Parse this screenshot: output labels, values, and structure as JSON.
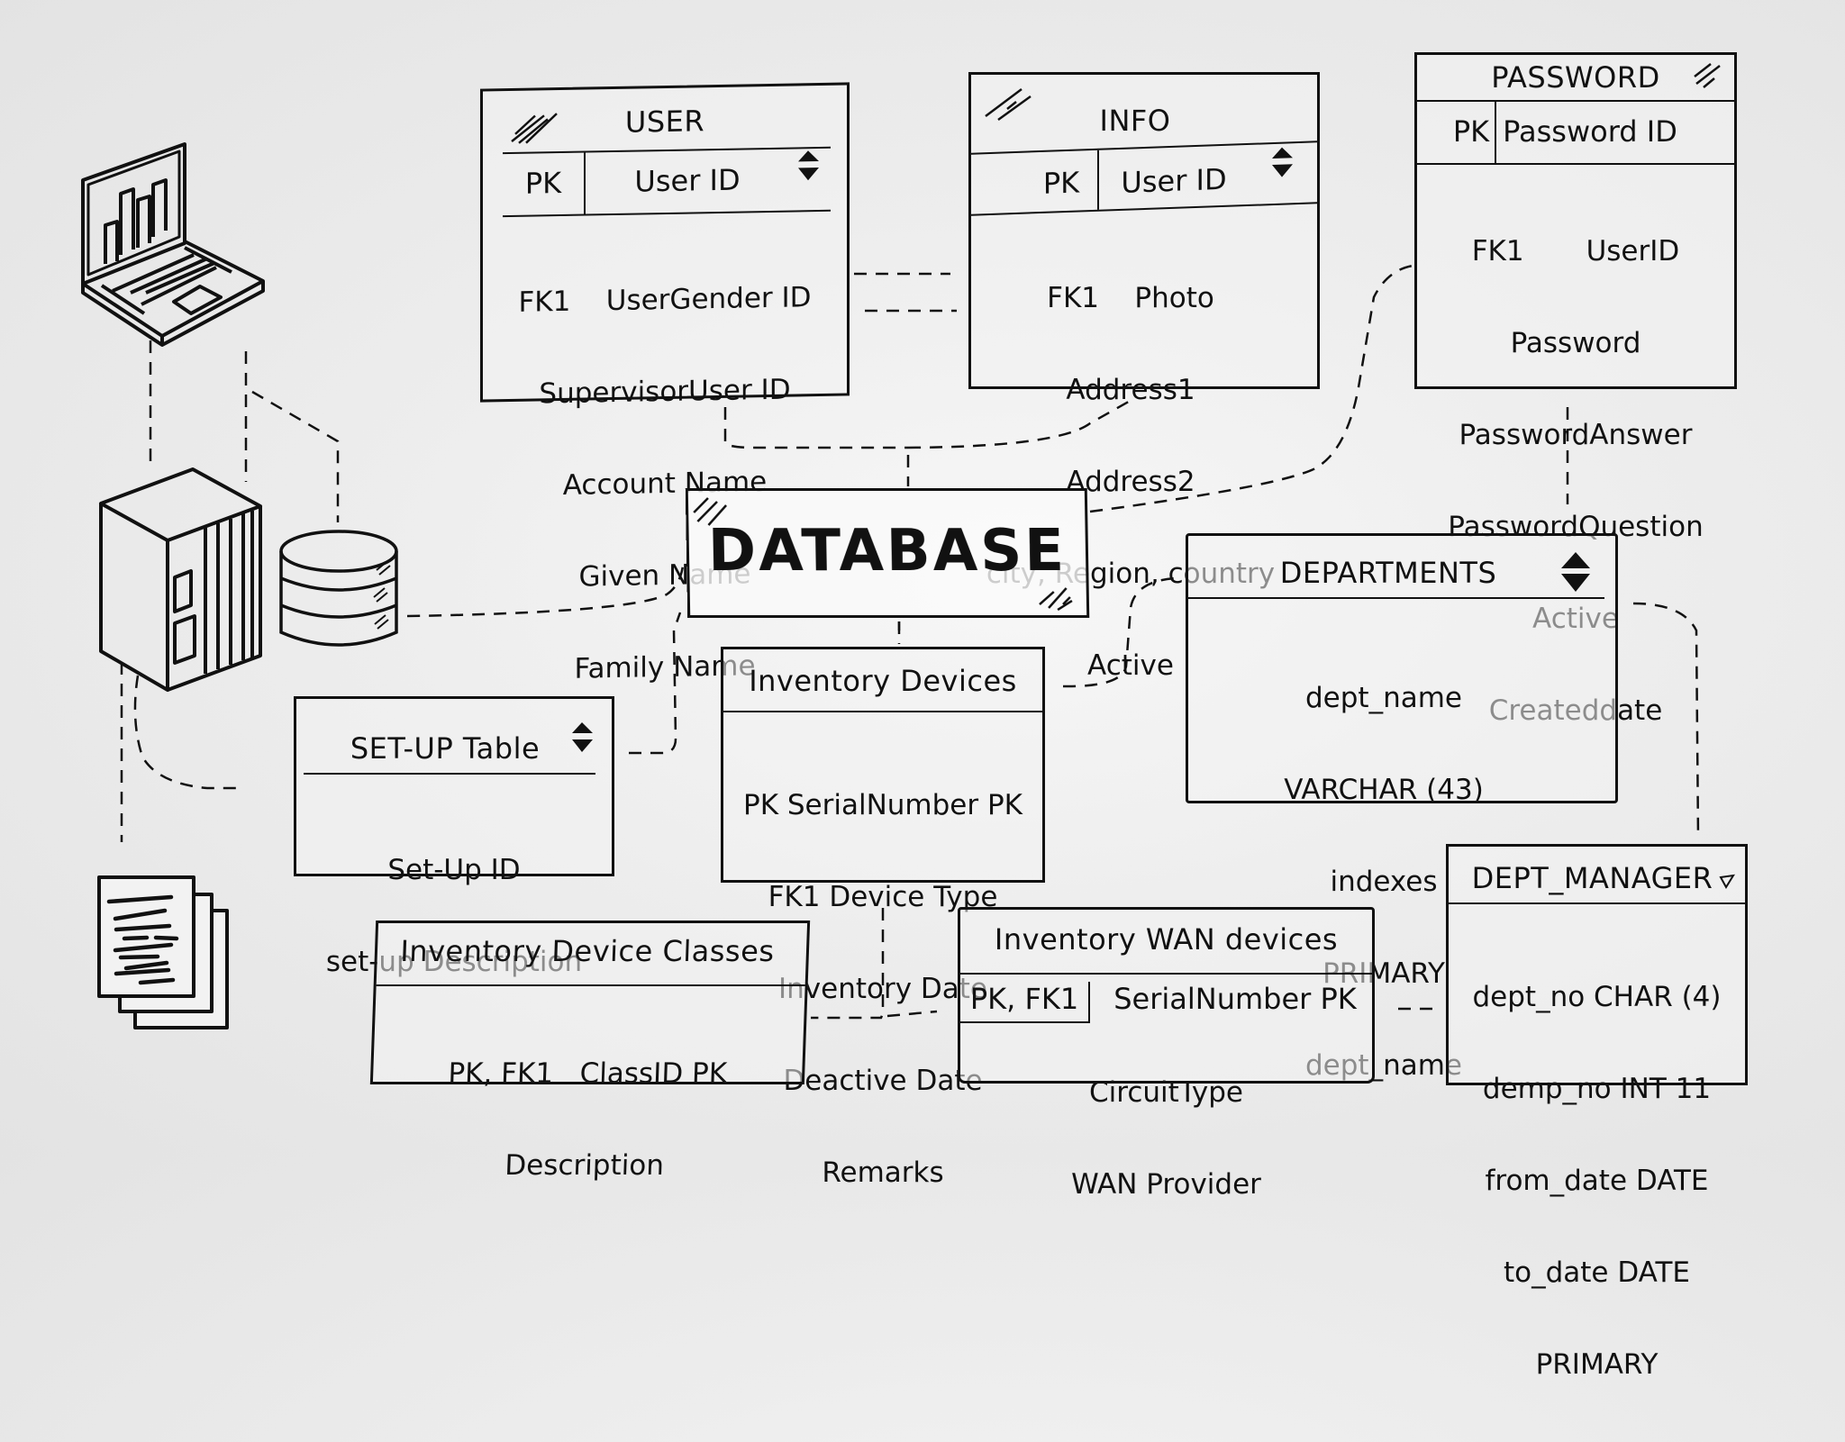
{
  "diagram": {
    "center": {
      "label": "DATABASE"
    },
    "icons": [
      "laptop-chart-icon",
      "server-rack-icon",
      "database-cylinder-icon",
      "documents-stack-icon"
    ],
    "tables": {
      "user": {
        "title": "USER",
        "pk_label": "PK",
        "pk_field": "User ID",
        "fields": [
          "FK1    UserGender ID",
          "SupervisorUser ID",
          "Account Name",
          "Given Name",
          "Family Name"
        ]
      },
      "info": {
        "title": "INFO",
        "pk_label": "PK",
        "pk_field": "User ID",
        "fields": [
          "FK1    Photo",
          "Address1",
          "Address2",
          "city, Region, country",
          "Active"
        ]
      },
      "password": {
        "title": "PASSWORD",
        "pk_label": "PK",
        "pk_field": "Password ID",
        "fields": [
          "FK1       UserID",
          "Password",
          "PasswordAnswer",
          "PasswordQuestion",
          "Active",
          "Createddate"
        ]
      },
      "departments": {
        "title": "DEPARTMENTS",
        "fields": [
          "dept_name",
          "VARCHAR (43)",
          "indexes",
          "PRIMARY",
          "dept_name"
        ]
      },
      "inventory_devices": {
        "title": "Inventory Devices",
        "fields": [
          "PK SerialNumber PK",
          "FK1 Device Type",
          "Inventory Date",
          "Deactive Date",
          "Remarks"
        ]
      },
      "setup": {
        "title": "SET-UP Table",
        "fields": [
          "Set-Up ID",
          "set-up Description"
        ]
      },
      "device_classes": {
        "title": "Inventory Device Classes",
        "fields": [
          "PK, FK1   ClassID PK",
          "Description"
        ]
      },
      "wan_devices": {
        "title": "Inventory WAN devices",
        "pk_label": "PK, FK1",
        "pk_field": "SerialNumber PK",
        "fields": [
          "CircuitType",
          "WAN Provider"
        ]
      },
      "dept_manager": {
        "title": "DEPT_MANAGER",
        "fields": [
          "dept_no CHAR (4)",
          "demp_no INT 11",
          "from_date DATE",
          "to_date DATE",
          "PRIMARY"
        ]
      }
    }
  }
}
